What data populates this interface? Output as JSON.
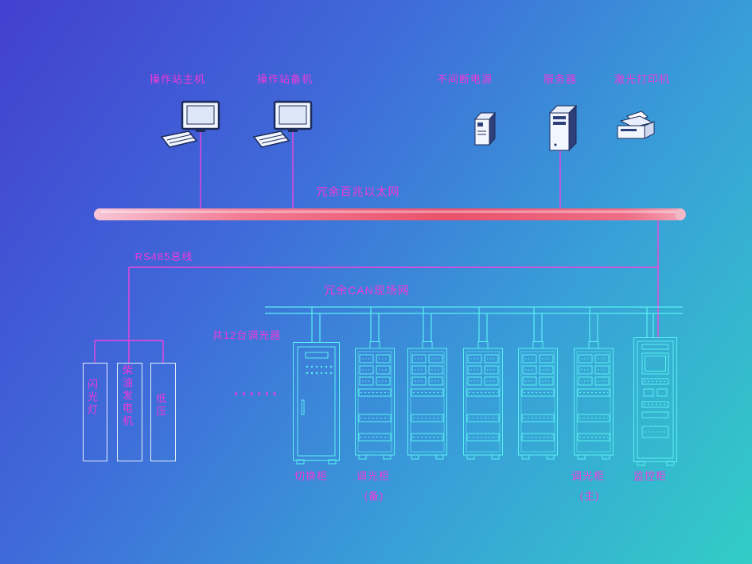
{
  "diagram": {
    "top_devices": [
      {
        "id": "workstation-main",
        "label": "操作站主机"
      },
      {
        "id": "workstation-backup",
        "label": "操作站备机"
      },
      {
        "id": "ups",
        "label": "不间断电源"
      },
      {
        "id": "server",
        "label": "服务器"
      },
      {
        "id": "printer",
        "label": "激光打印机"
      }
    ],
    "networks": {
      "ethernet": "冗余百兆以太网",
      "rs485": "RS485总线",
      "can": "冗余CAN现场网"
    },
    "notes": {
      "dimmer_count": "共12台调光器",
      "ellipsis": "······"
    },
    "left_panels": [
      {
        "id": "flash-lamp",
        "label": "闪光灯"
      },
      {
        "id": "diesel-generator",
        "label": "柴油发电机"
      },
      {
        "id": "low-voltage",
        "label": "低压"
      }
    ],
    "cabinet_labels": {
      "switch": "切换柜",
      "dimmer_backup": "调光柜",
      "dimmer_backup_note": "(备)",
      "dimmer_main": "调光柜",
      "dimmer_main_note": "(主)",
      "monitor": "监控柜"
    },
    "colors": {
      "label_magenta": "#f23ad9",
      "line_magenta": "#ef46dd",
      "cabinet_cyan": "#5af0f2",
      "bus_red": "#e9516b",
      "bus_light_pink": "#f7c6d6",
      "background_top_left": "#4340cf",
      "background_bottom_right": "#32cdc6"
    }
  }
}
